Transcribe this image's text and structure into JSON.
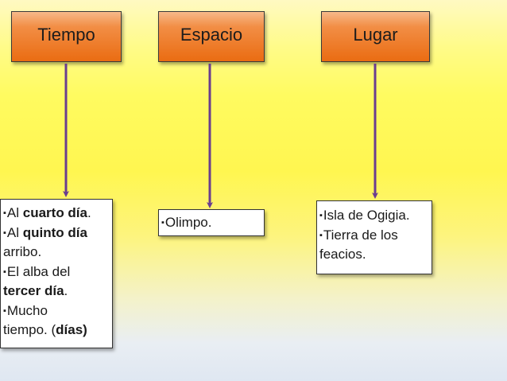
{
  "headers": {
    "tiempo": "Tiempo",
    "espacio": "Espacio",
    "lugar": "Lugar"
  },
  "tiempo_items": {
    "i1_a": "Al ",
    "i1_b": "cuarto día",
    "i1_c": ".",
    "i2_a": "Al ",
    "i2_b": "quinto día",
    "i2_c": "arribo.",
    "i3_a": "El alba del",
    "i3_b": "tercer día",
    "i3_c": ".",
    "i4_a": "Mucho",
    "i4_b": "tiempo. (",
    "i4_c": "días)"
  },
  "espacio_items": [
    "Olimpo."
  ],
  "lugar_items": {
    "i1": "Isla de Ogigia.",
    "i2_a": "Tierra de los",
    "i2_b": "feacios."
  },
  "bullet_symbol": "▪",
  "colors": {
    "header_orange": "#ea6c12",
    "arrow_purple": "#6a3d8f"
  }
}
